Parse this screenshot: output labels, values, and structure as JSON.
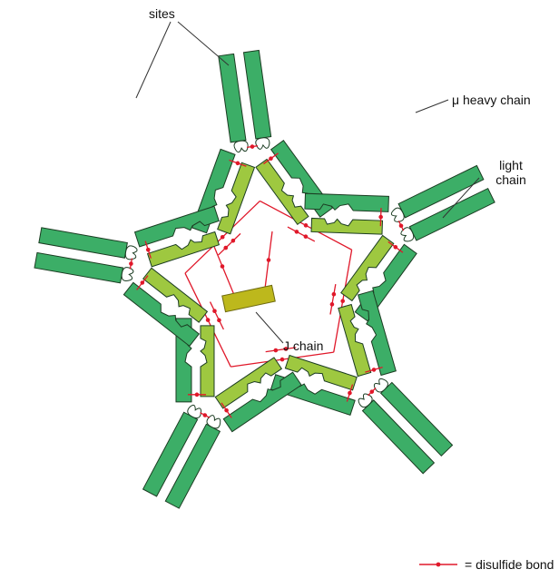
{
  "labels": {
    "sites": "sites",
    "heavy_chain": "μ heavy chain",
    "light_chain": "light\nchain",
    "light_chain_line1": "light",
    "light_chain_line2": "chain",
    "j_chain": "J chain"
  },
  "legend": {
    "text": "= disulfide bond"
  },
  "colors": {
    "heavy_chain": "#3cae67",
    "light_chain": "#9ec840",
    "j_chain": "#bdb81c",
    "disulfide": "#e0182a",
    "outline": "#1b3c22"
  },
  "structure": {
    "subunits": 5,
    "heavy_chains": 10,
    "light_chains": 10,
    "j_chain_count": 1
  }
}
